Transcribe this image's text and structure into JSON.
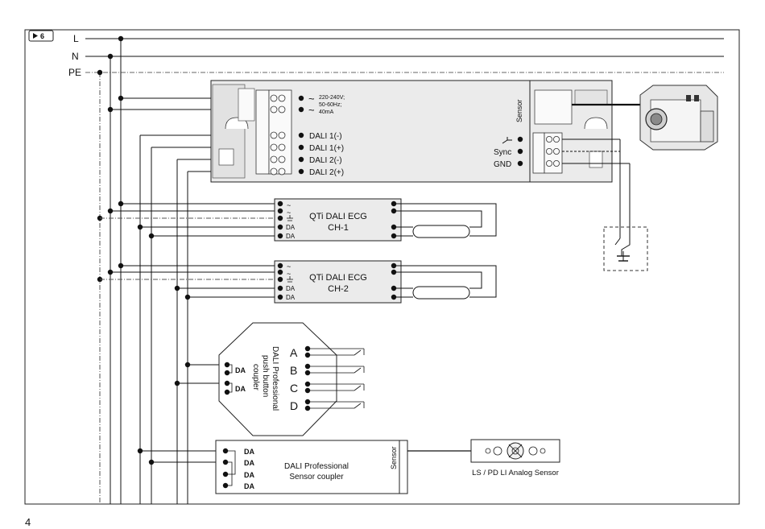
{
  "figure": {
    "tag": "6",
    "page_number": "4"
  },
  "rails": {
    "L": "L",
    "N": "N",
    "PE": "PE"
  },
  "controller": {
    "supply_rating": [
      "220-240V;",
      "50-60Hz;",
      "40mA"
    ],
    "terminals": [
      "DALI 1(-)",
      "DALI 1(+)",
      "DALI 2(-)",
      "DALI 2(+)"
    ],
    "sensor_label": "Sensor",
    "right_terminals": [
      "Sync",
      "GND"
    ]
  },
  "ecg": [
    {
      "title": "QTi DALI ECG",
      "channel": "CH-1",
      "pins": [
        "DA",
        "DA"
      ]
    },
    {
      "title": "QTi DALI ECG",
      "channel": "CH-2",
      "pins": [
        "DA",
        "DA"
      ]
    }
  ],
  "push_coupler": {
    "name_lines": [
      "DALI Professional",
      "push button",
      "coupler"
    ],
    "pins": [
      "DA",
      "DA"
    ],
    "inputs": [
      "A",
      "B",
      "C",
      "D"
    ]
  },
  "sensor_coupler": {
    "name_lines": [
      "DALI Professional",
      "Sensor coupler"
    ],
    "pins": [
      "DA",
      "DA",
      "DA",
      "DA"
    ],
    "sensor_label": "Sensor"
  },
  "analog_sensor": {
    "label": "LS / PD LI Analog Sensor"
  },
  "colors": {
    "line": "#1a1a1a",
    "fill": "#ebebeb",
    "pe": "#555555"
  }
}
